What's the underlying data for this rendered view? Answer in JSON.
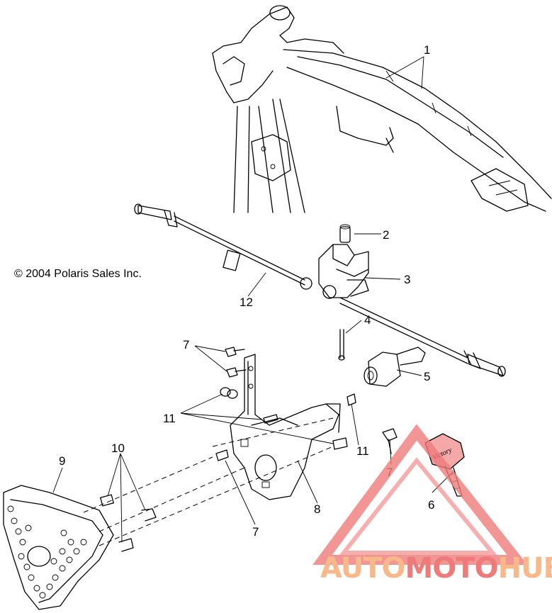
{
  "copyright": "© 2004 Polaris Sales Inc.",
  "callouts": {
    "c1": "1",
    "c2": "2",
    "c3": "3",
    "c4": "4",
    "c5": "5",
    "c6": "6",
    "c7a": "7",
    "c7b": "7",
    "c7c": "7",
    "c8": "8",
    "c9": "9",
    "c10": "10",
    "c11a": "11",
    "c11b": "11",
    "c12": "12"
  },
  "watermark": {
    "auto": "AUTO",
    "moto": "MOTO",
    "hub": "HUB",
    "color_orange": "#f7b88a",
    "color_red": "#ef7a7a"
  },
  "key_brand": "Victory"
}
